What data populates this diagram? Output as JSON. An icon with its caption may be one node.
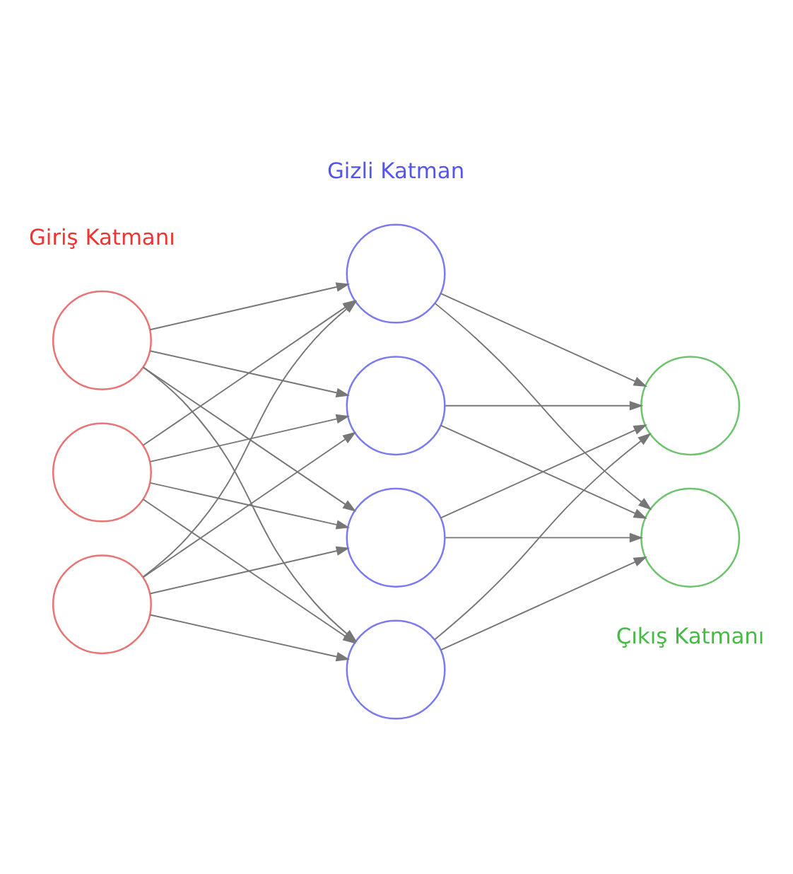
{
  "diagram": {
    "nodes": [
      {
        "text": [],
        "shape": "circle"
      },
      {
        "text": [],
        "shape": "circle"
      },
      {
        "text": [],
        "shape": "circle"
      },
      {
        "text": [],
        "shape": "circle"
      },
      {
        "text": [],
        "shape": "circle"
      },
      {
        "text": [],
        "shape": "circle"
      },
      {
        "text": [],
        "shape": "circle"
      },
      {
        "text": [],
        "shape": "circle"
      },
      {
        "text": [],
        "shape": "circle"
      }
    ],
    "edges": [
      {
        "from": 0,
        "to": 3,
        "arrow": "to"
      },
      {
        "from": 0,
        "to": 4,
        "arrow": "to"
      },
      {
        "from": 0,
        "to": 5,
        "arrow": "to"
      },
      {
        "from": 0,
        "to": 6,
        "arrow": "to"
      },
      {
        "from": 1,
        "to": 3,
        "arrow": "to"
      },
      {
        "from": 1,
        "to": 4,
        "arrow": "to"
      },
      {
        "from": 1,
        "to": 5,
        "arrow": "to"
      },
      {
        "from": 1,
        "to": 6,
        "arrow": "to"
      },
      {
        "from": 2,
        "to": 3,
        "arrow": "to"
      },
      {
        "from": 2,
        "to": 4,
        "arrow": "to"
      },
      {
        "from": 2,
        "to": 5,
        "arrow": "to"
      },
      {
        "from": 2,
        "to": 6,
        "arrow": "to"
      },
      {
        "from": 3,
        "to": 7,
        "arrow": "to"
      },
      {
        "from": 3,
        "to": 8,
        "arrow": "to"
      },
      {
        "from": 4,
        "to": 7,
        "arrow": "to"
      },
      {
        "from": 4,
        "to": 8,
        "arrow": "to"
      },
      {
        "from": 5,
        "to": 7,
        "arrow": "to"
      },
      {
        "from": 5,
        "to": 8,
        "arrow": "to"
      },
      {
        "from": 6,
        "to": 7,
        "arrow": "to"
      },
      {
        "from": 6,
        "to": 8,
        "arrow": "to"
      }
    ],
    "labels": [
      "Giriş Katmanı",
      "Gizli Katman",
      "Çıkış Katmanı"
    ]
  }
}
